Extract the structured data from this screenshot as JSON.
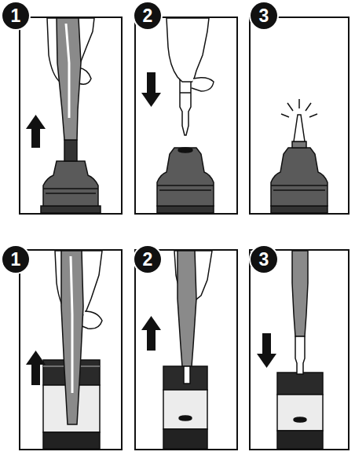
{
  "diagram": {
    "labels": [
      "1",
      "2",
      "3",
      "1",
      "2",
      "3"
    ]
  }
}
